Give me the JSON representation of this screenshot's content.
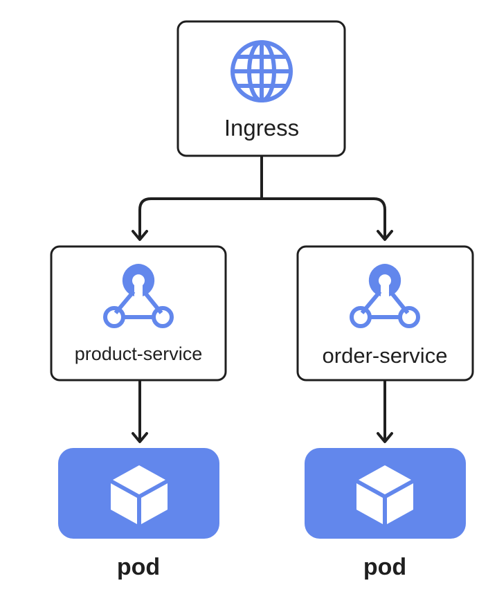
{
  "colors": {
    "accent": "#6287EC",
    "stroke": "#1F1F1F",
    "background": "#FFFFFF"
  },
  "nodes": {
    "ingress": {
      "label": "Ingress",
      "icon": "globe-icon"
    },
    "product_service": {
      "label": "product-service",
      "icon": "service-icon"
    },
    "order_service": {
      "label": "order-service",
      "icon": "service-icon"
    },
    "pod_left": {
      "label": "pod",
      "icon": "cube-icon"
    },
    "pod_right": {
      "label": "pod",
      "icon": "cube-icon"
    }
  },
  "edges": [
    {
      "from": "Ingress",
      "to": "product-service"
    },
    {
      "from": "Ingress",
      "to": "order-service"
    },
    {
      "from": "product-service",
      "to": "pod"
    },
    {
      "from": "order-service",
      "to": "pod"
    }
  ]
}
